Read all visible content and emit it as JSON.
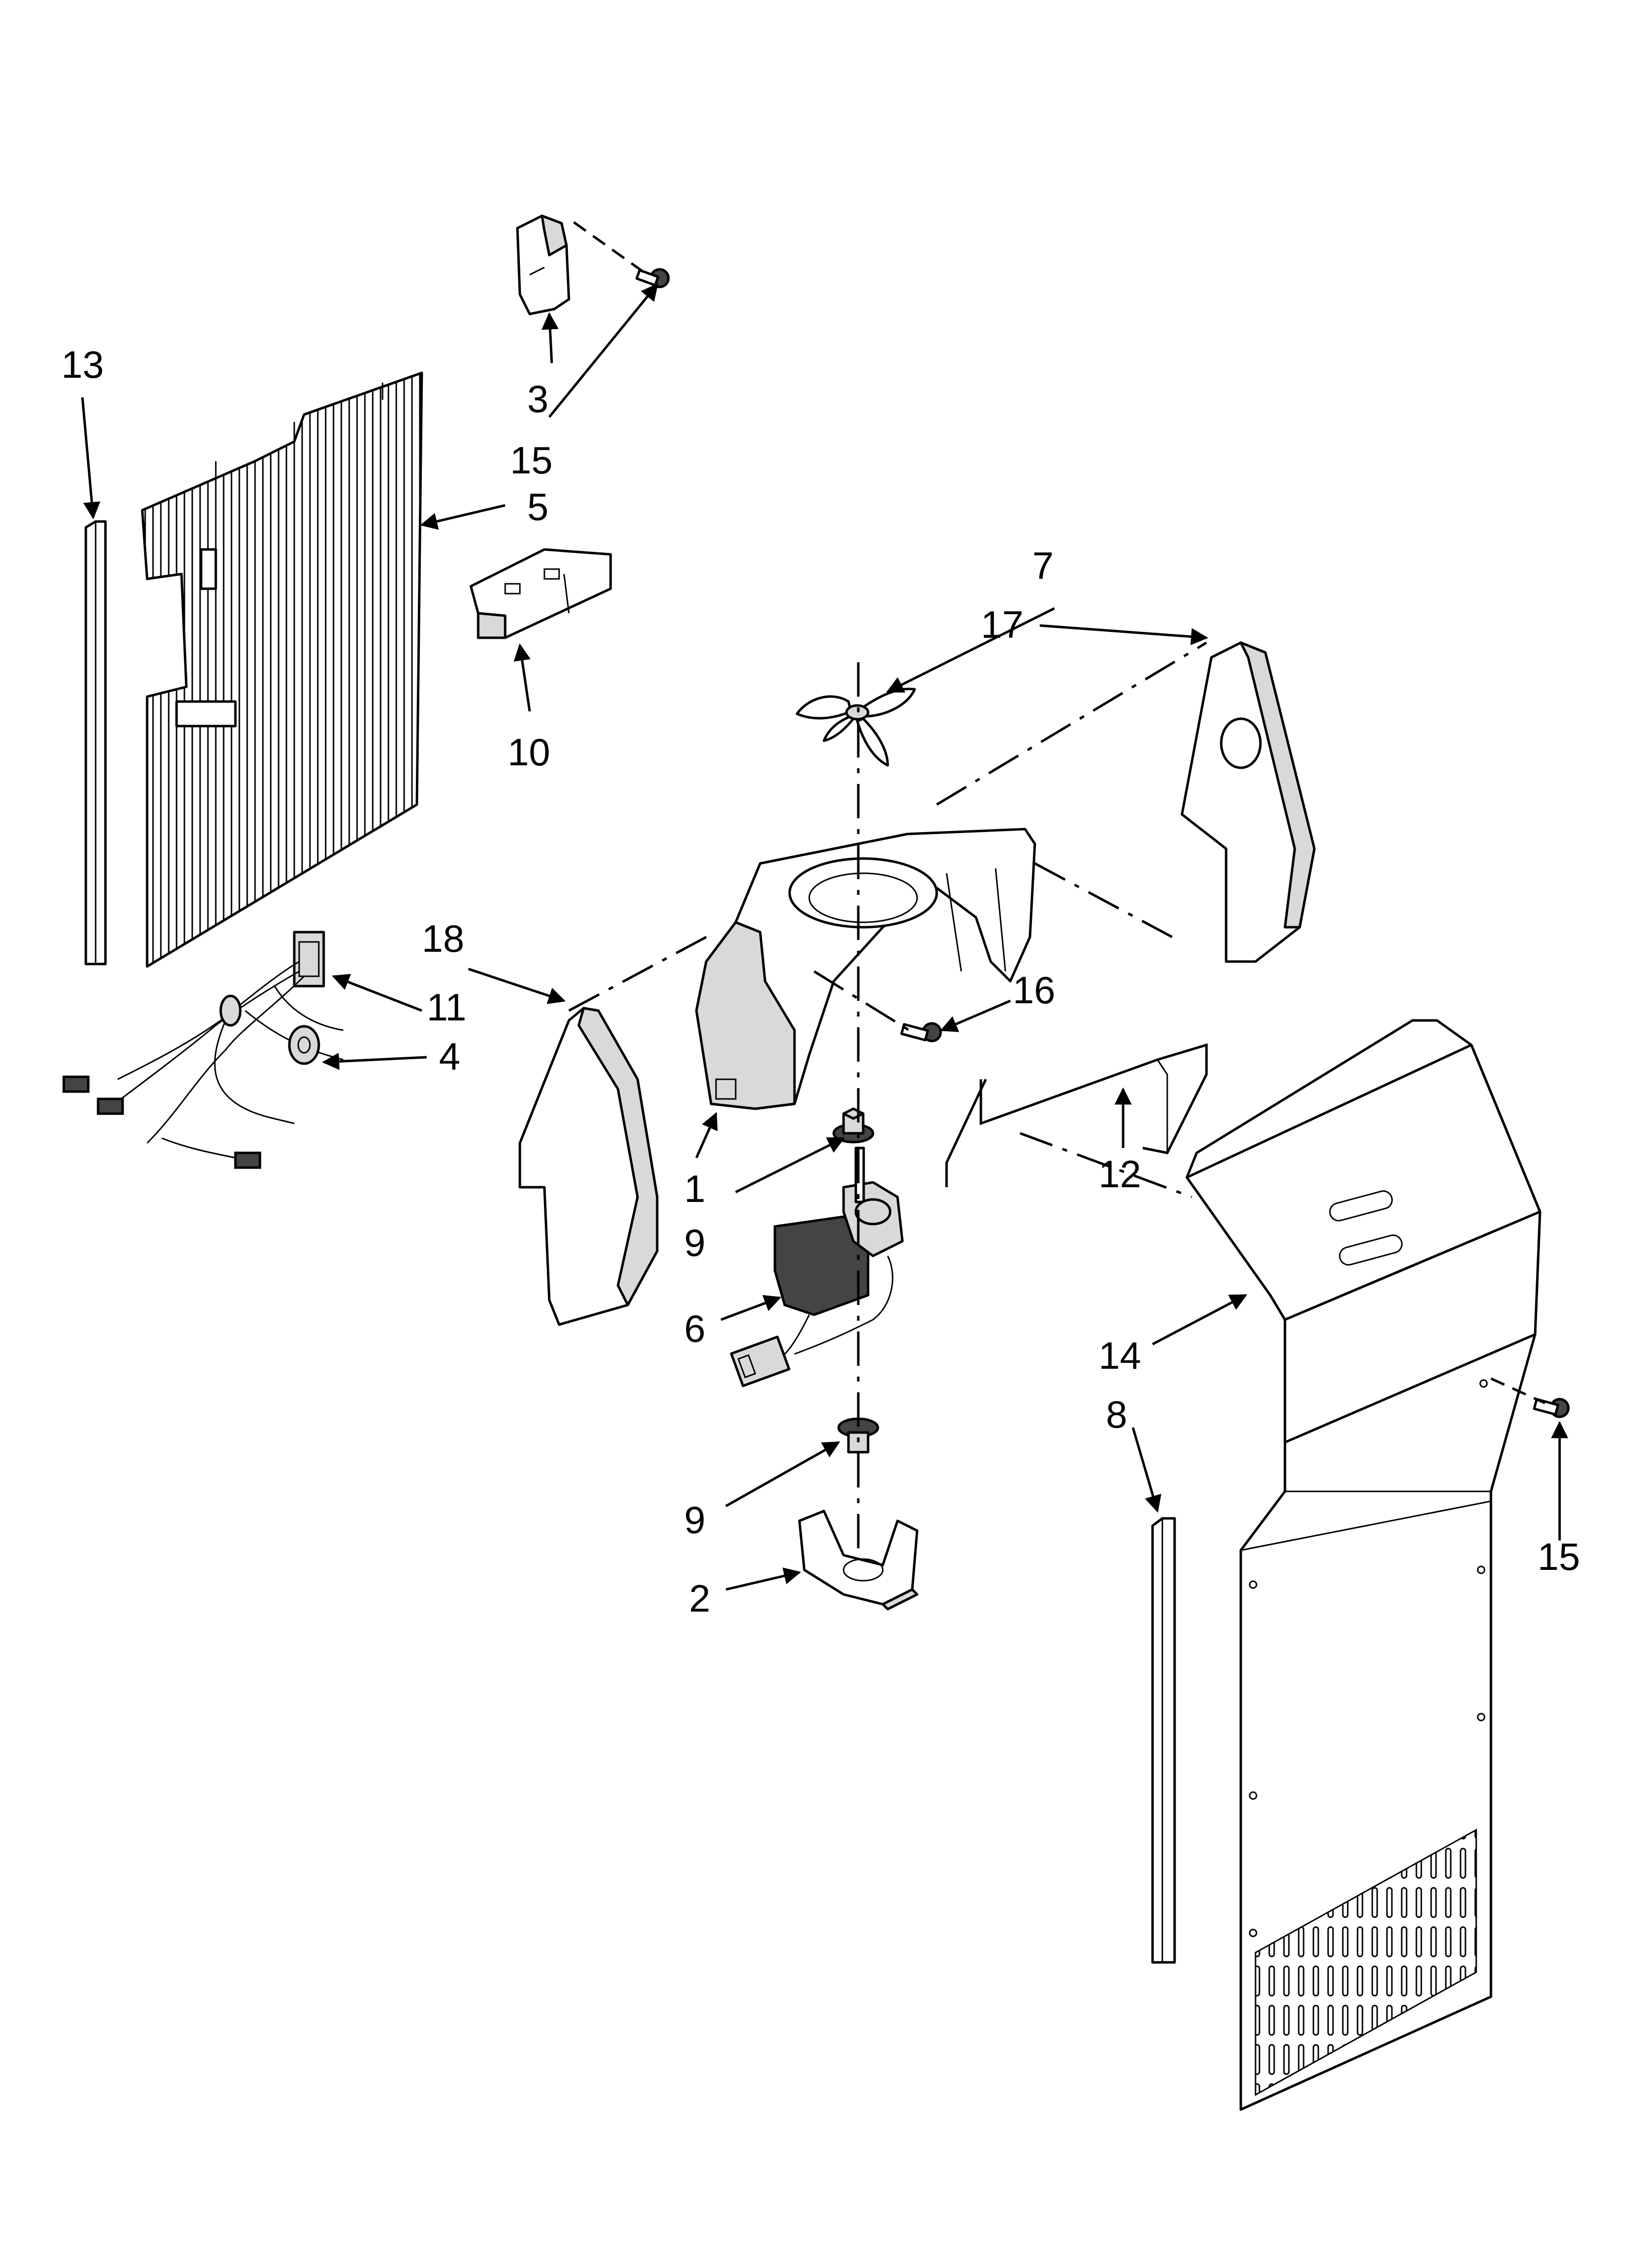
{
  "callouts": {
    "c1": "1",
    "c2": "2",
    "c3": "3",
    "c4": "4",
    "c5": "5",
    "c6": "6",
    "c7": "7",
    "c8": "8",
    "c9a": "9",
    "c9b": "9",
    "c10": "10",
    "c11": "11",
    "c12": "12",
    "c13": "13",
    "c14": "14",
    "c15a": "15",
    "c15b": "15",
    "c16": "16",
    "c17": "17",
    "c18": "18"
  },
  "colors": {
    "line": "#000000",
    "background": "#ffffff",
    "shade": "#d9d9d9"
  }
}
